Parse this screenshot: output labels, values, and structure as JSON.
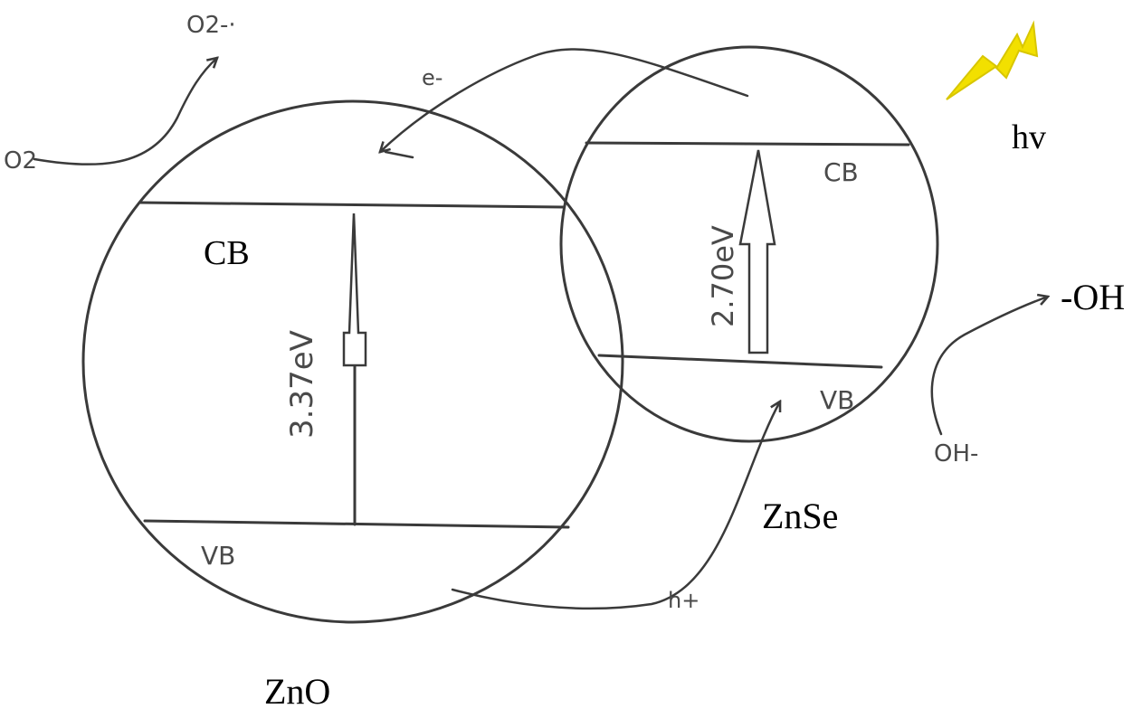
{
  "materials": {
    "zno": {
      "name": "ZnO",
      "cb_label": "CB",
      "vb_label": "VB",
      "band_gap": "3.37eV"
    },
    "znse": {
      "name": "ZnSe",
      "cb_label": "CB",
      "vb_label": "VB",
      "band_gap": "2.70eV"
    }
  },
  "light": {
    "label": "hv",
    "icon": "lightning-bolt-icon",
    "color": "#f2e000"
  },
  "carriers": {
    "electron": "e-",
    "hole": "h+"
  },
  "reactions": {
    "oxygen_reactant": "O2",
    "oxygen_product": "O2-·",
    "hydroxide_reactant": "OH-",
    "hydroxyl_product": "-OH"
  }
}
